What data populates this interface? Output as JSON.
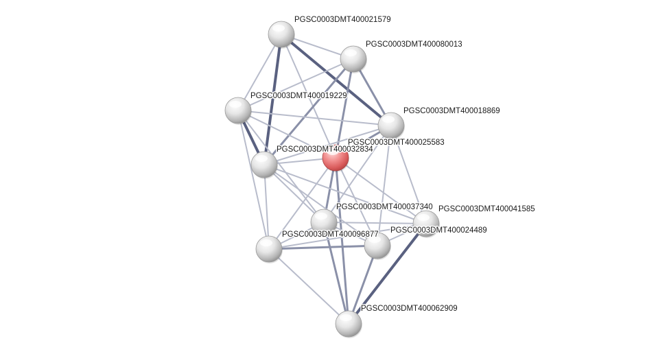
{
  "network": {
    "nodes": [
      {
        "id": "n21579",
        "label": "PGSC0003DMT400021579",
        "highlight": false
      },
      {
        "id": "n80013",
        "label": "PGSC0003DMT400080013",
        "highlight": false
      },
      {
        "id": "n19229",
        "label": "PGSC0003DMT400019229",
        "highlight": false
      },
      {
        "id": "n18869",
        "label": "PGSC0003DMT400018869",
        "highlight": false
      },
      {
        "id": "n25583",
        "label": "PGSC0003DMT400025583",
        "highlight": true
      },
      {
        "id": "n32834",
        "label": "PGSC0003DMT400032834",
        "highlight": false
      },
      {
        "id": "n37340",
        "label": "PGSC0003DMT400037340",
        "highlight": false
      },
      {
        "id": "n41585",
        "label": "PGSC0003DMT400041585",
        "highlight": false
      },
      {
        "id": "n24489",
        "label": "PGSC0003DMT400024489",
        "highlight": false
      },
      {
        "id": "n96877",
        "label": "PGSC0003DMT400096877",
        "highlight": false
      },
      {
        "id": "n62909",
        "label": "PGSC0003DMT400062909",
        "highlight": false
      }
    ],
    "edges": [
      {
        "source": "n21579",
        "target": "n19229",
        "strength": 1
      },
      {
        "source": "n21579",
        "target": "n32834",
        "strength": 3
      },
      {
        "source": "n21579",
        "target": "n18869",
        "strength": 3
      },
      {
        "source": "n21579",
        "target": "n80013",
        "strength": 1
      },
      {
        "source": "n21579",
        "target": "n25583",
        "strength": 1
      },
      {
        "source": "n80013",
        "target": "n19229",
        "strength": 1
      },
      {
        "source": "n80013",
        "target": "n18869",
        "strength": 2
      },
      {
        "source": "n80013",
        "target": "n25583",
        "strength": 2
      },
      {
        "source": "n80013",
        "target": "n32834",
        "strength": 2
      },
      {
        "source": "n19229",
        "target": "n18869",
        "strength": 1
      },
      {
        "source": "n19229",
        "target": "n32834",
        "strength": 3
      },
      {
        "source": "n19229",
        "target": "n25583",
        "strength": 1
      },
      {
        "source": "n19229",
        "target": "n96877",
        "strength": 1
      },
      {
        "source": "n19229",
        "target": "n37340",
        "strength": 1
      },
      {
        "source": "n18869",
        "target": "n25583",
        "strength": 2
      },
      {
        "source": "n18869",
        "target": "n32834",
        "strength": 1
      },
      {
        "source": "n18869",
        "target": "n41585",
        "strength": 1
      },
      {
        "source": "n18869",
        "target": "n24489",
        "strength": 1
      },
      {
        "source": "n18869",
        "target": "n37340",
        "strength": 1
      },
      {
        "source": "n25583",
        "target": "n32834",
        "strength": 1
      },
      {
        "source": "n25583",
        "target": "n37340",
        "strength": 2
      },
      {
        "source": "n25583",
        "target": "n24489",
        "strength": 1
      },
      {
        "source": "n25583",
        "target": "n96877",
        "strength": 1
      },
      {
        "source": "n25583",
        "target": "n62909",
        "strength": 2
      },
      {
        "source": "n25583",
        "target": "n41585",
        "strength": 1
      },
      {
        "source": "n32834",
        "target": "n37340",
        "strength": 1
      },
      {
        "source": "n32834",
        "target": "n24489",
        "strength": 1
      },
      {
        "source": "n32834",
        "target": "n96877",
        "strength": 1
      },
      {
        "source": "n32834",
        "target": "n41585",
        "strength": 1
      },
      {
        "source": "n37340",
        "target": "n96877",
        "strength": 1
      },
      {
        "source": "n37340",
        "target": "n24489",
        "strength": 1
      },
      {
        "source": "n37340",
        "target": "n62909",
        "strength": 2
      },
      {
        "source": "n37340",
        "target": "n41585",
        "strength": 1
      },
      {
        "source": "n24489",
        "target": "n41585",
        "strength": 1
      },
      {
        "source": "n24489",
        "target": "n96877",
        "strength": 2
      },
      {
        "source": "n24489",
        "target": "n62909",
        "strength": 2
      },
      {
        "source": "n41585",
        "target": "n96877",
        "strength": 1
      },
      {
        "source": "n41585",
        "target": "n62909",
        "strength": 3
      },
      {
        "source": "n96877",
        "target": "n62909",
        "strength": 1
      }
    ]
  }
}
